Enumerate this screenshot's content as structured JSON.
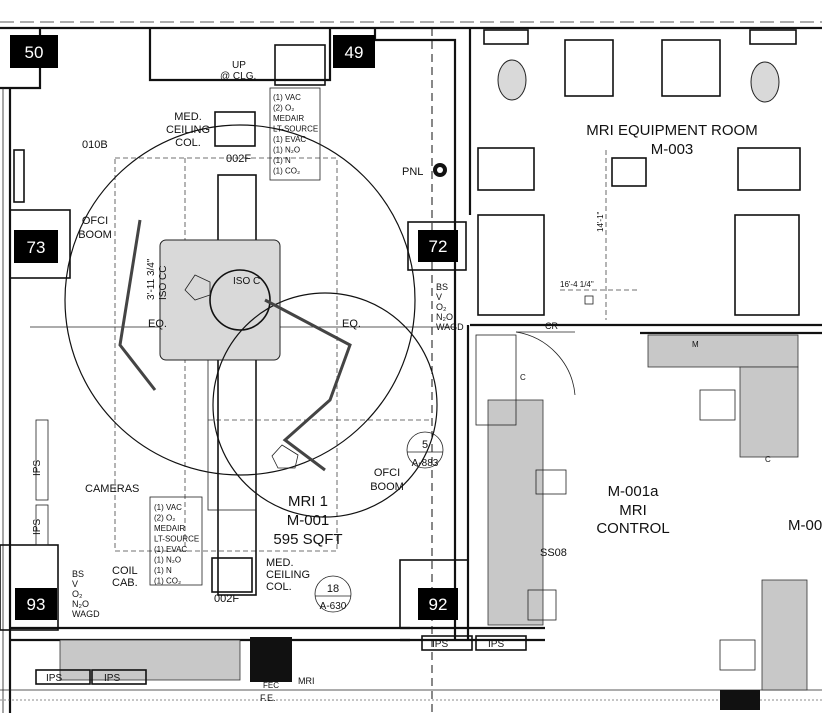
{
  "room_tags": {
    "t50": "50",
    "t49": "49",
    "t73": "73",
    "t72": "72",
    "t93": "93",
    "t92": "92"
  },
  "rooms": {
    "equipment_room_name": "MRI EQUIPMENT ROOM",
    "equipment_room_num": "M-003",
    "mri1_name": "MRI 1",
    "mri1_num": "M-001",
    "mri1_area": "595 SQFT",
    "control_num": "M-001a",
    "control_name1": "MRI",
    "control_name2": "CONTROL",
    "partial_num": "M-00"
  },
  "labels": {
    "up_clg1": "UP",
    "up_clg2": "@ CLG.",
    "med_col_top1": "MED.",
    "med_col_top2": "CEILING",
    "med_col_top3": "COL.",
    "med_col_top_tag": "002F",
    "med_col_bot1": "MED.",
    "med_col_bot2": "CEILING",
    "med_col_bot3": "COL.",
    "med_col_bot_tag": "002F",
    "boom_top1": "OFCI",
    "boom_top2": "BOOM",
    "boom_bot1": "OFCI",
    "boom_bot2": "BOOM",
    "tag_010b": "010B",
    "pnl": "PNL",
    "eq_left": "EQ.",
    "eq_right": "EQ.",
    "iso_c": "ISO C",
    "iso_c2": "ISO CC",
    "dim_311": "3'-11 3/4\"",
    "cameras": "CAMERAS",
    "coil_cab1": "COIL",
    "coil_cab2": "CAB.",
    "ss08": "SS08",
    "cr": "CR",
    "ips_left1": "IPS",
    "ips_left2": "IPS",
    "ips_bottom1": "IPS",
    "ips_bottom2": "IPS",
    "ips_floor1": "IPS",
    "ips_floor2": "IPS",
    "fec": "FEC",
    "fe": "F.E.",
    "mri_small": "MRI",
    "dim_14": "14'-1\"",
    "dim_16": "16'-4 1/4\"",
    "m_small": "M",
    "c_small": "C",
    "c_small2": "C"
  },
  "gas_top": [
    "(1) VAC",
    "(2) O₂",
    "MEDAIR",
    "LT-SOURCE",
    "(1) EVAC",
    "(1) N₂O",
    "(1) N",
    "(1) CO₂"
  ],
  "gas_bottom": [
    "(1) VAC",
    "(2) O₂",
    "MEDAIR",
    "LT-SOURCE",
    "(1) EVAC",
    "(1) N₂O",
    "(1) N",
    "(1) CO₂"
  ],
  "outlets_right": [
    "BS",
    "V",
    "O₂",
    "N₂O",
    "WAGD"
  ],
  "outlets_left": [
    "BS",
    "V",
    "O₂",
    "N₂O",
    "WAGD"
  ],
  "section_marks": {
    "s5_top": "5",
    "s5_bot": "A-883",
    "s18_top": "18",
    "s18_bot": "A-630"
  },
  "colors": {
    "ink": "#111111",
    "fill_gray": "#c8c8c8",
    "tag_fill": "#000000"
  }
}
